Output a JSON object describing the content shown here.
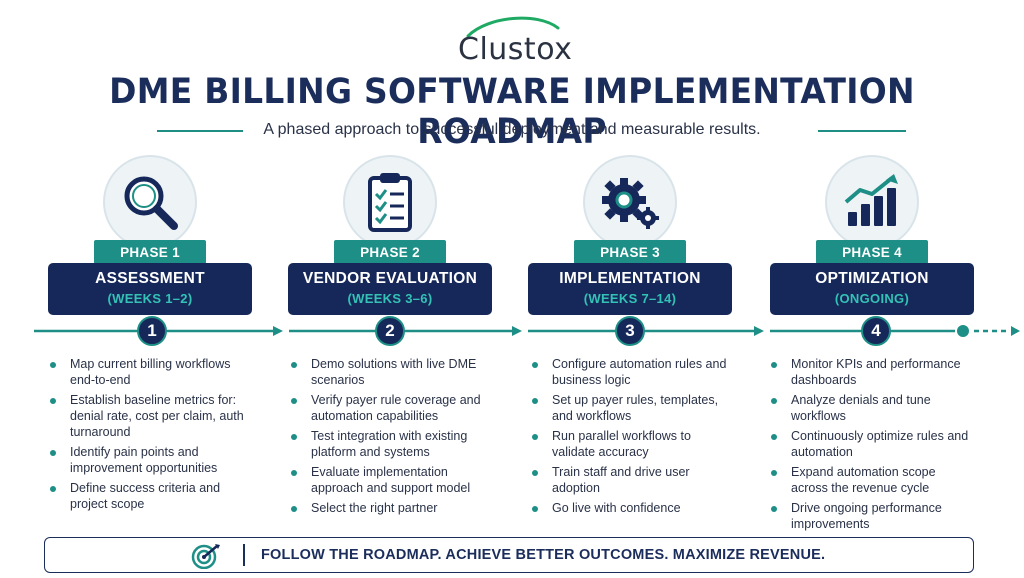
{
  "brand": {
    "logo_text": "Clustox"
  },
  "header": {
    "title": "DME BILLING SOFTWARE IMPLEMENTATION ROADMAP",
    "subtitle": "A phased approach to successful deployment and measurable results."
  },
  "colors": {
    "navy": "#16285a",
    "teal": "#1d8f86",
    "teal_light": "#33c2b5"
  },
  "phases": [
    {
      "tag": "PHASE 1",
      "name": "ASSESSMENT",
      "weeks": "(WEEKS 1–2)",
      "number": "1",
      "icon": "magnifier-icon",
      "bullets": [
        "Map current billing workflows end-to-end",
        "Establish baseline metrics for: denial rate, cost per claim, auth turnaround",
        "Identify pain points and improvement opportunities",
        "Define success criteria and project scope"
      ]
    },
    {
      "tag": "PHASE 2",
      "name": "VENDOR EVALUATION",
      "weeks": "(WEEKS 3–6)",
      "number": "2",
      "icon": "clipboard-checklist-icon",
      "bullets": [
        "Demo solutions with live DME scenarios",
        "Verify payer rule coverage and automation capabilities",
        "Test integration with existing platform and systems",
        "Evaluate implementation approach and support model",
        "Select the right partner"
      ]
    },
    {
      "tag": "PHASE 3",
      "name": "IMPLEMENTATION",
      "weeks": "(WEEKS 7–14)",
      "number": "3",
      "icon": "gears-icon",
      "bullets": [
        "Configure automation rules and business logic",
        "Set up payer rules, templates, and workflows",
        "Run parallel workflows to validate accuracy",
        "Train staff and drive user adoption",
        "Go live with confidence"
      ]
    },
    {
      "tag": "PHASE 4",
      "name": "OPTIMIZATION",
      "weeks": "(ONGOING)",
      "number": "4",
      "icon": "growth-chart-icon",
      "bullets": [
        "Monitor KPIs and performance dashboards",
        "Analyze denials and tune workflows",
        "Continuously optimize rules and automation",
        "Expand automation scope across the revenue cycle",
        "Drive ongoing performance improvements"
      ]
    }
  ],
  "footer": {
    "text": "FOLLOW THE ROADMAP. ACHIEVE BETTER OUTCOMES. MAXIMIZE REVENUE.",
    "icon": "target-icon"
  }
}
